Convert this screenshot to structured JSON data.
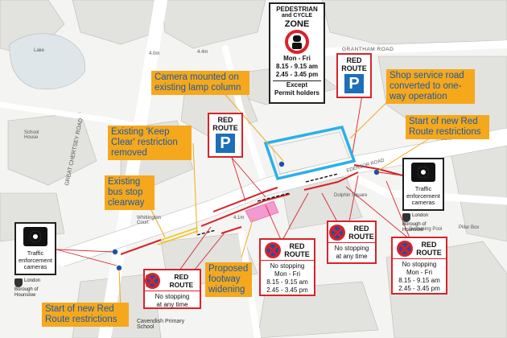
{
  "colors": {
    "callout_bg": "#f5a81c",
    "callout_text": "#1a5aa8",
    "red_route": "#d8232a",
    "parking_blue": "#1d6fb8",
    "zone_cyan": "#2ab0e8",
    "double_yellow": "#f0c419",
    "footway_pink": "#f39ad0"
  },
  "map_labels": {
    "lake": "Lake",
    "grantham_road": "GRANTHAM ROAD",
    "great_chertsey_road": "GREAT CHERTSEY ROAD",
    "edensor_road": "EDENSOR ROAD",
    "dolphin_square": "Dolphin Square",
    "whittington_court": "Whittington Court",
    "cavendish_school": "Cavendish Primary School",
    "swimming_pool": "Swimming Pool",
    "school_house": "School House",
    "height_4m_a": "4.0m",
    "height_4m_b": "4.4m",
    "height_53m": "5.3m",
    "height_4m_c": "4.1m",
    "pillar_box": "Pillar Box"
  },
  "callouts": {
    "camera_lamp": "Camera mounted on existing lamp column",
    "shop_service_road": "Shop service road converted to one-way operation",
    "keep_clear": "Existing 'Keep Clear' restriction removed",
    "bus_stop": "Existing bus stop clearway",
    "start_red_route_right": "Start of new Red Route restrictions",
    "start_red_route_left": "Start of new Red Route restrictions",
    "footway": "Proposed footway widening"
  },
  "zone_sign": {
    "line1": "PEDESTRIAN",
    "line2": "and CYCLE",
    "line3": "ZONE",
    "days": "Mon - Fri",
    "time1": "8.15 - 9.15 am",
    "time2": "2.45 - 3.45 pm",
    "except1": "Except",
    "except2": "Permit holders"
  },
  "red_route_parking_top": {
    "line1": "RED",
    "line2": "ROUTE",
    "symbol": "P"
  },
  "red_route_parking_mid": {
    "line1": "RED",
    "line2": "ROUTE",
    "symbol": "P"
  },
  "camera_sign_left": {
    "line1": "Traffic",
    "line2": "enforcement",
    "line3": "cameras",
    "council": "London Borough of Hounslow"
  },
  "camera_sign_right": {
    "line1": "Traffic",
    "line2": "enforcement",
    "line3": "cameras",
    "council": "London Borough of Hounslow"
  },
  "no_stopping_left": {
    "rr": "RED ROUTE",
    "line1": "No stopping",
    "line2": "at any time"
  },
  "no_stopping_mid": {
    "rr1": "RED",
    "rr2": "ROUTE",
    "line1": "No stopping",
    "days": "Mon - Fri",
    "time1": "8.15 - 9.15 am",
    "time2": "2.45 - 3.45 pm"
  },
  "no_stopping_center": {
    "rr1": "RED",
    "rr2": "ROUTE",
    "line1": "No stopping",
    "line2": "at any time"
  },
  "no_stopping_right": {
    "rr1": "RED",
    "rr2": "ROUTE",
    "line1": "No stopping",
    "days": "Mon - Fri",
    "time1": "8.15 - 9.15 am",
    "time2": "2.45 - 3.45 pm"
  }
}
